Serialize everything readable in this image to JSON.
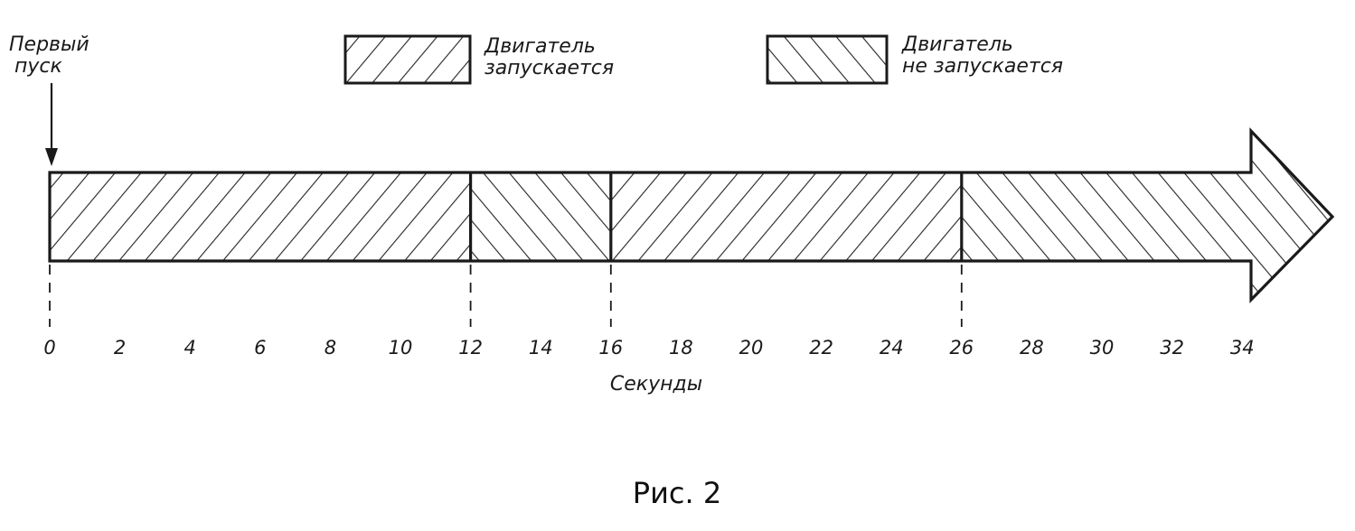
{
  "first_start": {
    "line1": "Первый",
    "line2": "пуск"
  },
  "legend": [
    {
      "kind": "starts",
      "line1": "Двигатель",
      "line2": "запускается"
    },
    {
      "kind": "not_starts",
      "line1": "Двигатель",
      "line2": "не запускается"
    }
  ],
  "axis": {
    "label": "Секунды",
    "ticks": [
      "0",
      "2",
      "4",
      "6",
      "8",
      "10",
      "12",
      "14",
      "16",
      "18",
      "20",
      "22",
      "24",
      "26",
      "28",
      "30",
      "32",
      "34"
    ]
  },
  "segments": [
    {
      "from": 0,
      "to": 12,
      "kind": "starts"
    },
    {
      "from": 12,
      "to": 16,
      "kind": "not_starts"
    },
    {
      "from": 16,
      "to": 26,
      "kind": "starts"
    },
    {
      "from": 26,
      "to": 36,
      "kind": "not_starts"
    }
  ],
  "boundaries": [
    0,
    12,
    16,
    26
  ],
  "caption": "Рис. 2"
}
